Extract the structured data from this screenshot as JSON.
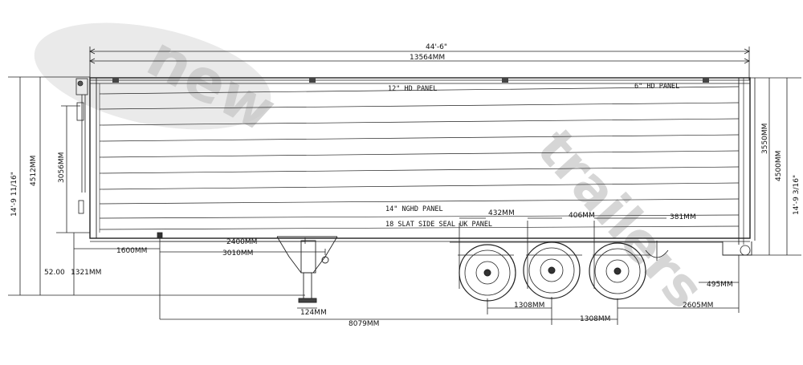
{
  "watermark": {
    "text_1": "new",
    "text_2": "trailers",
    "color": "#c9c9c9"
  },
  "dimensions": {
    "overall_length_imperial": "44'-6\"",
    "overall_length_metric": "13564MM",
    "panel_top_12": "12\" HD PANEL",
    "panel_top_6": "6\" HD PANEL",
    "panel_14": "14\" NGHD PANEL",
    "panel_18": "18 SLAT SIDE SEAL UK PANEL",
    "front_height_imperial": "14'-9 11/16\"",
    "front_height_metric": "4512MM",
    "front_body_height": "3056MM",
    "rear_height_imperial": "14'-9 3/16\"",
    "rear_height_metric": "4500MM",
    "rear_body_height": "3550MM",
    "kingpin_1600": "1600MM",
    "landing_leg_2400": "2400MM",
    "landing_leg_3010": "3010MM",
    "deck_height_a": "52.00",
    "deck_height_b": "1321MM",
    "leg_124": "124MM",
    "kingpin_to_axle": "8079MM",
    "axle_offset_432": "432MM",
    "axle_offset_406": "406MM",
    "axle_offset_381": "381MM",
    "axle_spacing_1": "1308MM",
    "axle_spacing_2": "1308MM",
    "rear_overhang": "2605MM",
    "rear_bumper": "495MM"
  }
}
